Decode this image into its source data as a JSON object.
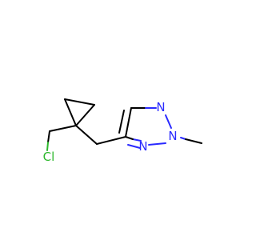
{
  "molecule": {
    "atoms": [
      {
        "id": "N1",
        "symbol": "N",
        "color": "#2a2aff"
      },
      {
        "id": "N2",
        "symbol": "N",
        "color": "#2a2aff"
      },
      {
        "id": "N3",
        "symbol": "N",
        "color": "#2a2aff"
      },
      {
        "id": "Cl",
        "symbol": "Cl",
        "color": "#2db82d"
      }
    ],
    "bond_color": "#000000"
  }
}
